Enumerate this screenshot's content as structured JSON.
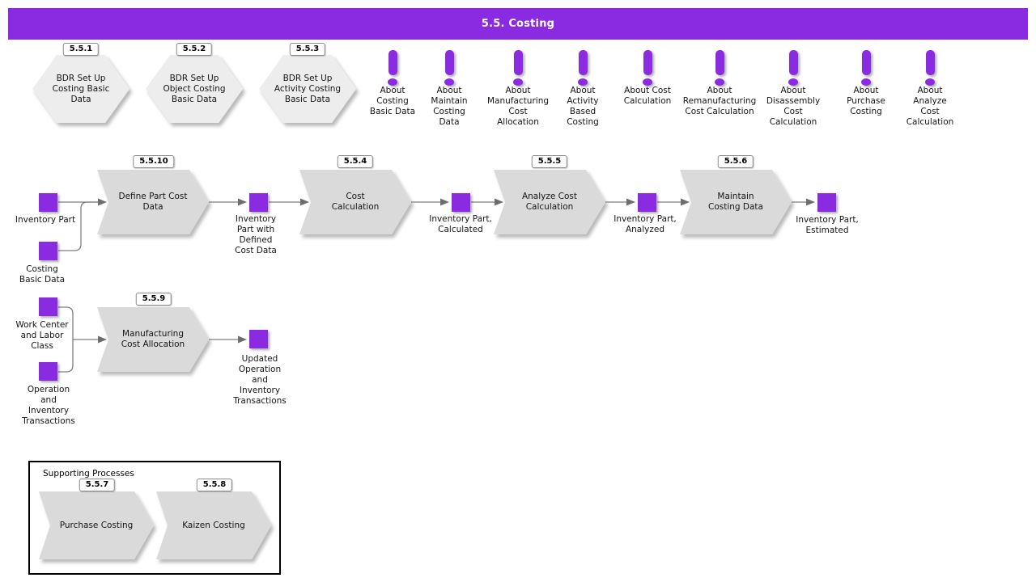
{
  "banner": {
    "title": "5.5. Costing"
  },
  "colors": {
    "banner": "#8A2BE2",
    "object": "#8A2BE2",
    "hexagon_fill": "#EDEDED",
    "process_fill": "#DADADA",
    "connector": "#7F7F7F"
  },
  "bdr": [
    {
      "id": "5.5.1",
      "label": "BDR Set Up\nCosting Basic\nData"
    },
    {
      "id": "5.5.2",
      "label": "BDR Set Up\nObject Costing\nBasic Data"
    },
    {
      "id": "5.5.3",
      "label": "BDR Set Up\nActivity Costing\nBasic Data"
    }
  ],
  "about": [
    {
      "label": "About\nCosting\nBasic Data"
    },
    {
      "label": "About\nMaintain\nCosting\nData"
    },
    {
      "label": "About\nManufacturing\nCost\nAllocation"
    },
    {
      "label": "About\nActivity\nBased\nCosting"
    },
    {
      "label": "About Cost\nCalculation"
    },
    {
      "label": "About\nRemanufacturing\nCost Calculation"
    },
    {
      "label": "About\nDisassembly\nCost\nCalculation"
    },
    {
      "label": "About\nPurchase\nCosting"
    },
    {
      "label": "About\nAnalyze\nCost\nCalculation"
    }
  ],
  "flow": {
    "inputs": [
      {
        "label": "Inventory Part"
      },
      {
        "label": "Costing\nBasic Data"
      }
    ],
    "processes": [
      {
        "id": "5.5.10",
        "label": "Define Part Cost\nData"
      },
      {
        "id": "5.5.4",
        "label": "Cost\nCalculation"
      },
      {
        "id": "5.5.5",
        "label": "Analyze Cost\nCalculation"
      },
      {
        "id": "5.5.6",
        "label": "Maintain\nCosting Data"
      }
    ],
    "artifacts": [
      {
        "label": "Inventory\nPart with\nDefined\nCost Data"
      },
      {
        "label": "Inventory Part,\nCalculated"
      },
      {
        "label": "Inventory Part,\nAnalyzed"
      },
      {
        "label": "Inventory Part,\nEstimated"
      }
    ]
  },
  "alloc": {
    "inputs": [
      {
        "label": "Work Center\nand Labor\nClass"
      },
      {
        "label": "Operation\nand\nInventory\nTransactions"
      }
    ],
    "process": {
      "id": "5.5.9",
      "label": "Manufacturing\nCost Allocation"
    },
    "output": {
      "label": "Updated\nOperation\nand\nInventory\nTransactions"
    }
  },
  "support": {
    "title": "Supporting Processes",
    "processes": [
      {
        "id": "5.5.7",
        "label": "Purchase Costing"
      },
      {
        "id": "5.5.8",
        "label": "Kaizen Costing"
      }
    ]
  }
}
